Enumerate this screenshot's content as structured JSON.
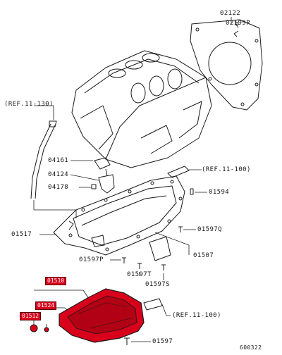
{
  "colors": {
    "highlight": "#d8001a",
    "highlight_text": "#ffffff",
    "line": "#1a1a1a"
  },
  "labels": {
    "p02122": "02122",
    "p02199p": "02199P",
    "ref_11_130": "(REF.11-130)",
    "p04161": "04161",
    "p04124": "04124",
    "p04178": "04178",
    "ref_11_100_top": "(REF.11-100)",
    "p01594": "01594",
    "p01517": "01517",
    "p01597q": "01597Q",
    "p01507": "01507",
    "p01597p": "01597P",
    "p01597t": "01597T",
    "p01597s": "01597S",
    "ref_11_100_bottom": "(REF.11-100)",
    "p01597": "01597",
    "code": "600322"
  },
  "highlighted": {
    "p01510": "01510",
    "p01524": "01524",
    "p01512": "01512"
  }
}
